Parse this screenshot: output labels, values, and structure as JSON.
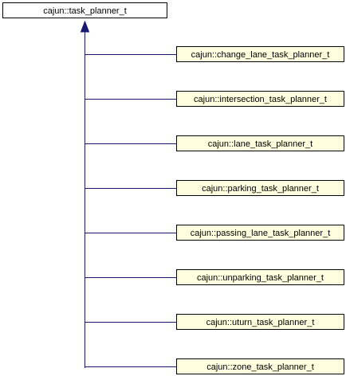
{
  "diagram": {
    "base_class": {
      "label": "cajun::task_planner_t"
    },
    "derived_classes": [
      {
        "label": "cajun::change_lane_task_planner_t"
      },
      {
        "label": "cajun::intersection_task_planner_t"
      },
      {
        "label": "cajun::lane_task_planner_t"
      },
      {
        "label": "cajun::parking_task_planner_t"
      },
      {
        "label": "cajun::passing_lane_task_planner_t"
      },
      {
        "label": "cajun::unparking_task_planner_t"
      },
      {
        "label": "cajun::uturn_task_planner_t"
      },
      {
        "label": "cajun::zone_task_planner_t"
      }
    ],
    "colors": {
      "edge": "#191970",
      "derived_fill": "#ffffe0",
      "base_fill": "#ffffff",
      "border": "#000000"
    }
  }
}
